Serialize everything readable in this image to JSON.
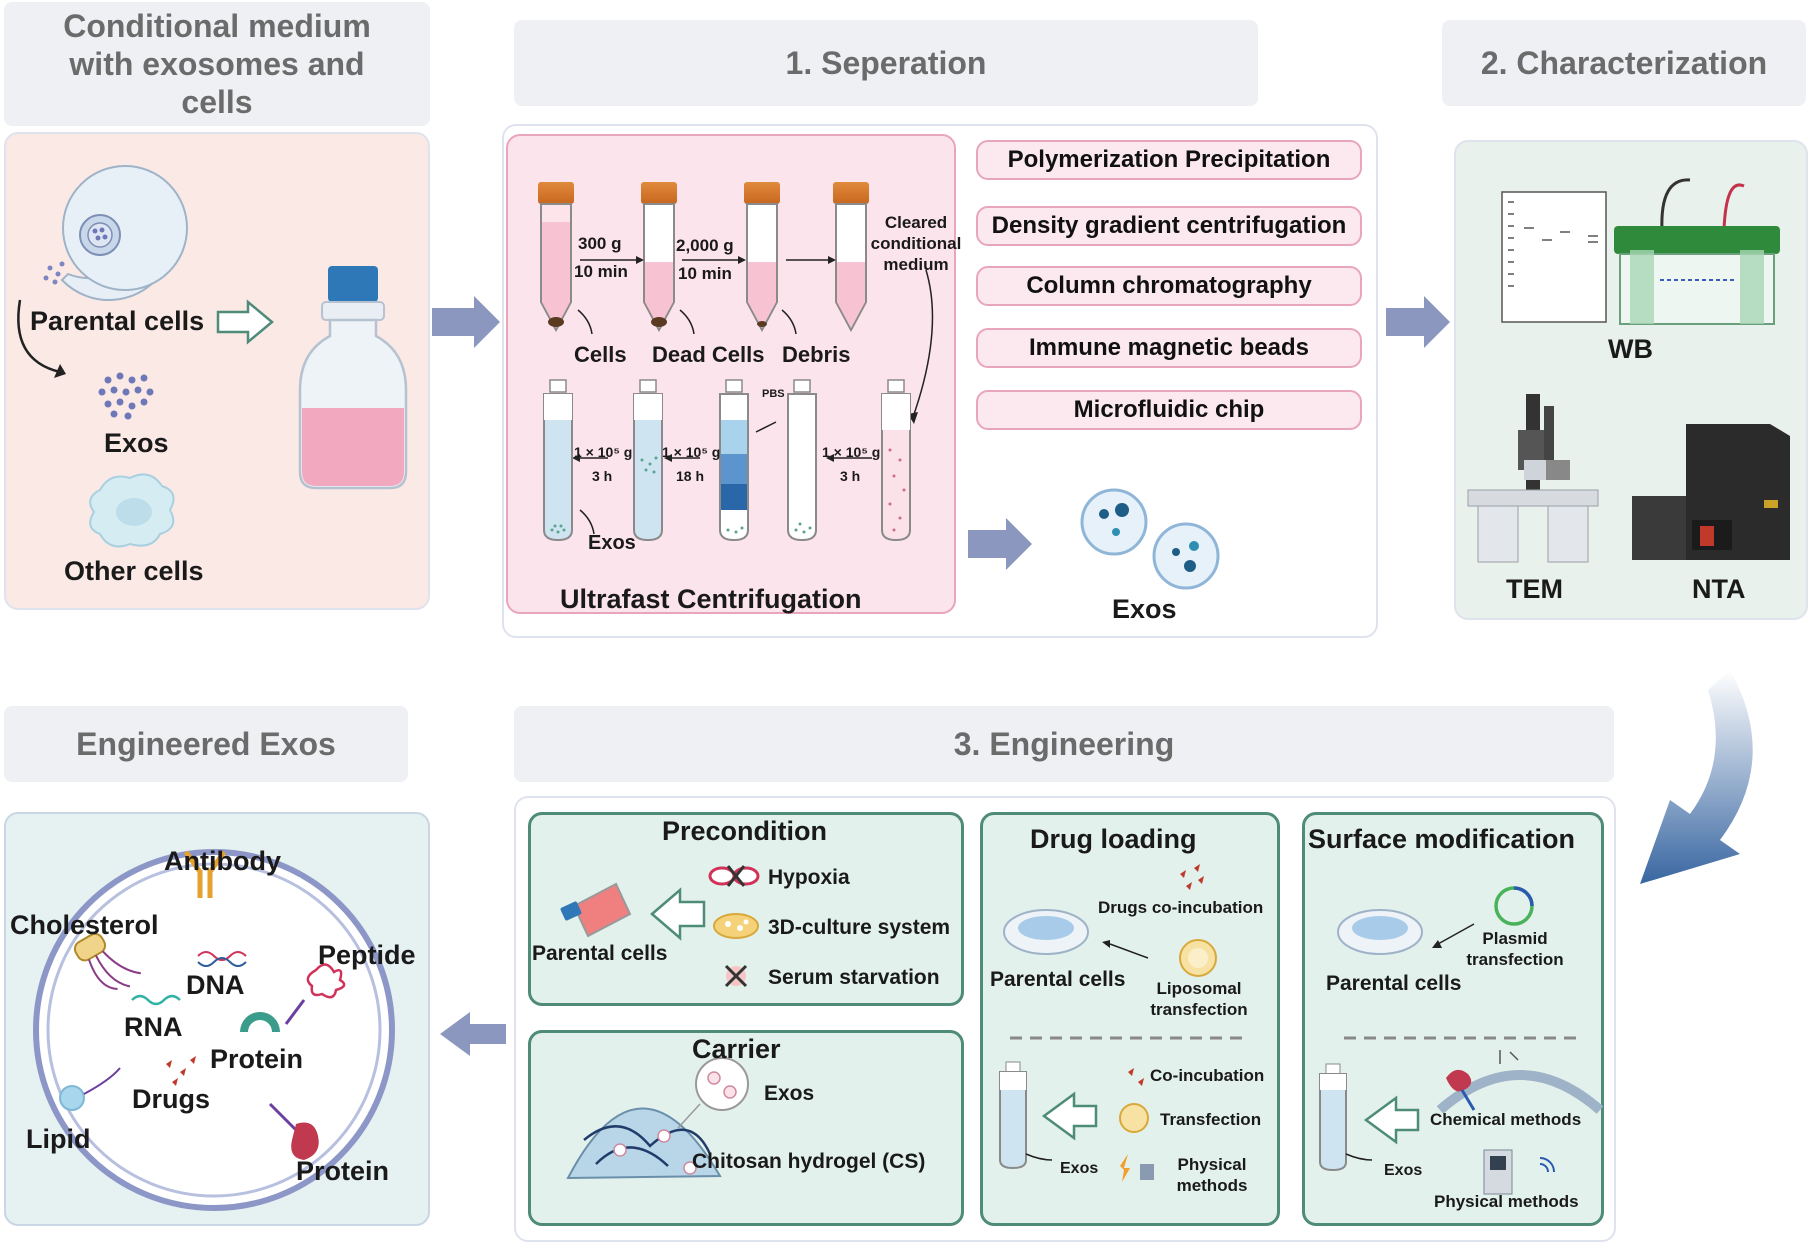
{
  "headers": {
    "conditional_medium": "Conditional medium with exosomes and cells",
    "separation": "1.  Seperation",
    "characterization": "2. Characterization",
    "engineered_exos": "Engineered Exos",
    "engineering": "3. Engineering"
  },
  "conditional_panel": {
    "parental_cells": "Parental cells",
    "exos": "Exos",
    "other_cells": "Other cells"
  },
  "centrifugation": {
    "step1": {
      "speed": "300 g",
      "time": "10 min"
    },
    "step2": {
      "speed": "2,000 g",
      "time": "10 min"
    },
    "cleared_medium": "Cleared conditional medium",
    "pellets": [
      "Cells",
      "Dead Cells",
      "Debris"
    ],
    "uc_a": {
      "speed": "1 × 10⁵ g",
      "time": "3 h"
    },
    "uc_b": {
      "speed": "1 × 10⁵ g",
      "time": "18 h"
    },
    "uc_c": {
      "speed": "1 × 10⁵ g",
      "time": "3 h"
    },
    "pbs": "PBS",
    "exos": "Exos",
    "title": "Ultrafast Centrifugation"
  },
  "separation_methods": [
    "Polymerization Precipitation",
    "Density gradient centrifugation",
    "Column chromatography",
    "Immune magnetic beads",
    "Microfluidic chip"
  ],
  "separation_exos": "Exos",
  "characterization_panel": {
    "wb": "WB",
    "tem": "TEM",
    "nta": "NTA"
  },
  "engineered_panel": {
    "antibody": "Antibody",
    "cholesterol": "Cholesterol",
    "peptide": "Peptide",
    "dna": "DNA",
    "rna": "RNA",
    "protein_inner": "Protein",
    "drugs": "Drugs",
    "lipid": "Lipid",
    "protein_outer": "Protein"
  },
  "precondition": {
    "title": "Precondition",
    "parental_cells": "Parental cells",
    "items": [
      "Hypoxia",
      "3D-culture system",
      "Serum starvation"
    ]
  },
  "carrier": {
    "title": "Carrier",
    "exos": "Exos",
    "hydrogel": "Chitosan hydrogel (CS)"
  },
  "drug_loading": {
    "title": "Drug loading",
    "drugs_coincubation": "Drugs co-incubation",
    "parental_cells": "Parental cells",
    "liposomal": "Liposomal transfection",
    "coincubation": "Co-incubation",
    "transfection": "Transfection",
    "physical": "Physical methods",
    "exos": "Exos"
  },
  "surface_modification": {
    "title": "Surface modification",
    "plasmid": "Plasmid transfection",
    "parental_cells": "Parental cells",
    "chemical": "Chemical methods",
    "physical": "Physical methods",
    "exos": "Exos"
  },
  "colors": {
    "header_bg": "#eef0f4",
    "header_text": "#6b6b6b",
    "conditional_bg": "#fbe9e6",
    "separation_bg": "#fce4ec",
    "green_bg": "#e3f1ed",
    "green_border": "#4e8b78",
    "blue_arrow": "#2e5e9c"
  }
}
